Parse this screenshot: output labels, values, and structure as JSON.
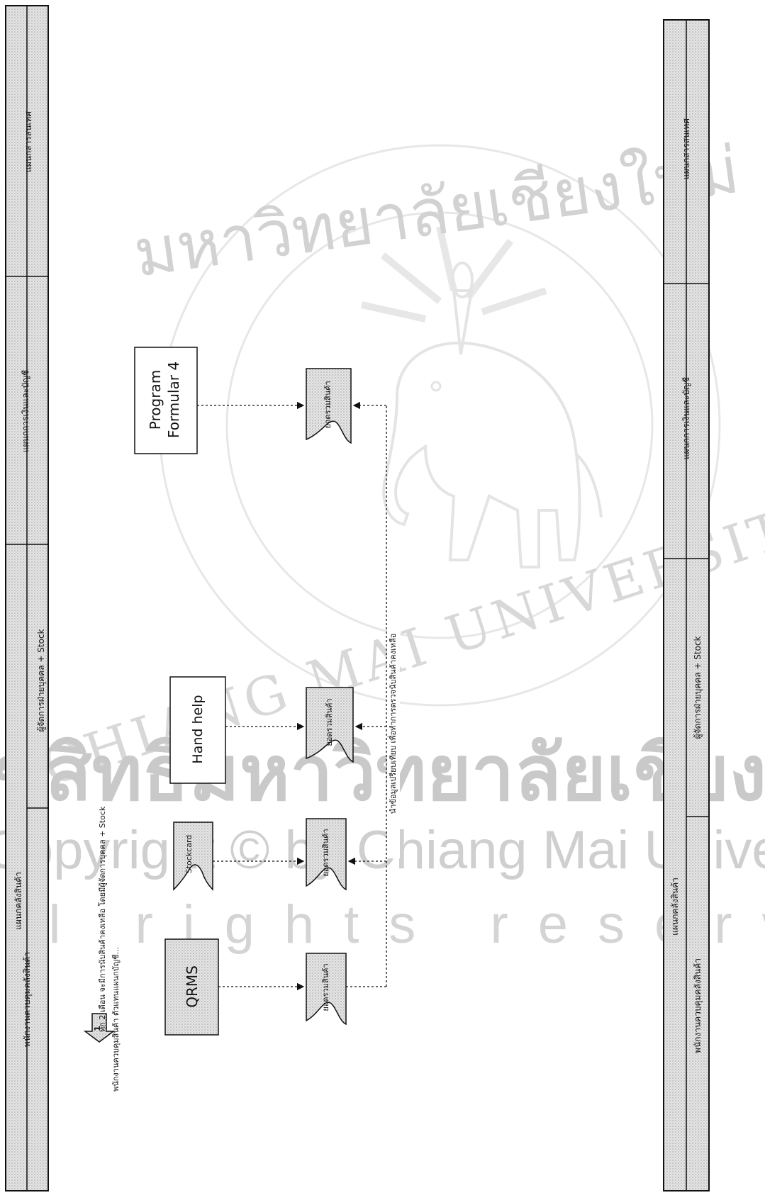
{
  "header_left": {
    "department_top": "แผนกคลังสินค้า",
    "role_left": "พนักงานควบคุมคลังสินค้า",
    "role_right": "ผู้จัดการฝ่ายบุคคล + Stock",
    "finance": "แผนกการเงินและบัญชี",
    "it": "แผนกสารสนเทศ"
  },
  "header_right": {
    "department_top": "แผนกคลังสินค้า",
    "role_left": "พนักงานควบคุมคลังสินค้า",
    "role_right": "ผู้จัดการฝ่ายบุคคล + Stock",
    "finance": "แผนกการเงินและบัญชี",
    "it": "แผนกสารสนเทศ"
  },
  "step": {
    "number": "1",
    "line1": "ทุก 2 เดือน จะมีการนับสินค้าคงเหลือ โดยมีผู้จัดการบุคคล + Stock",
    "line2": "พนักงานควบคุมสินค้า ตัวแทนแผนกบัญชี..."
  },
  "sources": [
    {
      "id": "qrms",
      "label": "QRMS"
    },
    {
      "id": "stockcard",
      "label": "Stockcard"
    },
    {
      "id": "handhelp",
      "label": "Hand help"
    },
    {
      "id": "formular",
      "label": "Program Formular 4"
    }
  ],
  "docs": [
    "ยอดรวมสินค้า",
    "ยอดรวมสินค้า",
    "ยอดรวมสินค้า",
    "ยอดรวมสินค้า"
  ],
  "compare_note": "นำข้อมูลเปรียบเทียบ เพื่อทำการตรวจนับสินค้าคงเหลือ",
  "watermark": {
    "thai_top": "มหาวิทยาลัยเชียงใหม่",
    "thai_bottom": "ลิขสิทธิ์มหาวิทยาลัยเชียงใหม่",
    "english_ring": "CHIANG MAI UNIVERSITY",
    "copyright": "Copyright © by Chiang Mai University",
    "rights": "All rights reserved",
    "color": "#cfcfcf"
  }
}
